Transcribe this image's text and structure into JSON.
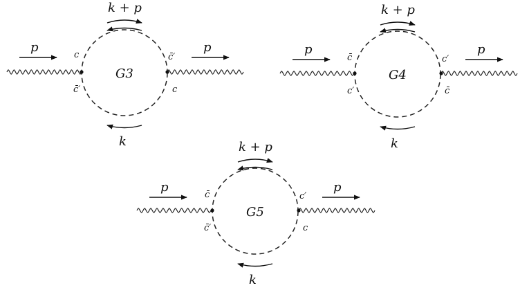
{
  "diagrams": [
    {
      "id": "G3",
      "label": "G3",
      "loop_top": "k + p",
      "loop_bottom": "k",
      "incoming_momentum": "p",
      "outgoing_momentum": "p",
      "left_vertex_upper": "c",
      "left_vertex_lower": "c̄′",
      "right_vertex_upper": "c̄′",
      "right_vertex_lower": "c"
    },
    {
      "id": "G4",
      "label": "G4",
      "loop_top": "k + p",
      "loop_bottom": "k",
      "incoming_momentum": "p",
      "outgoing_momentum": "p",
      "left_vertex_upper": "c̄",
      "left_vertex_lower": "c′",
      "right_vertex_upper": "c′",
      "right_vertex_lower": "c̄"
    },
    {
      "id": "G5",
      "label": "G5",
      "loop_top": "k + p",
      "loop_bottom": "k",
      "incoming_momentum": "p",
      "outgoing_momentum": "p",
      "left_vertex_upper": "c̄",
      "left_vertex_lower": "c̄′",
      "right_vertex_upper": "c′",
      "right_vertex_lower": "c"
    }
  ]
}
